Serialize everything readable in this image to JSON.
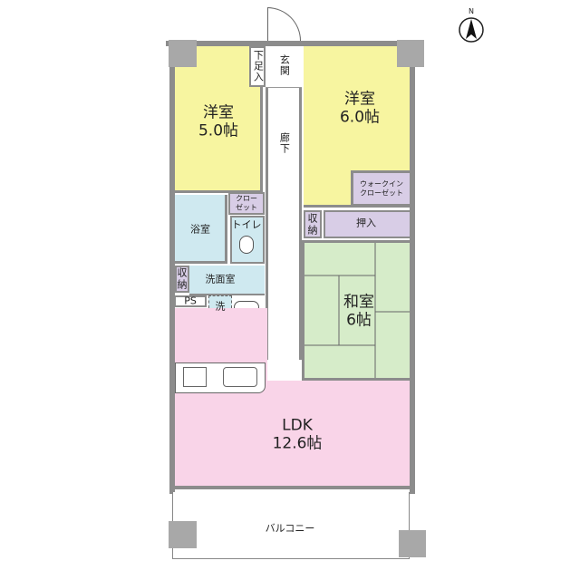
{
  "compass": {
    "label": "N"
  },
  "rooms": {
    "western1": {
      "name": "洋室",
      "size": "5.0帖"
    },
    "western2": {
      "name": "洋室",
      "size": "6.0帖"
    },
    "getabako": "下足入",
    "entrance": "玄関",
    "hallway": "廊下",
    "walkin": "ウォークイン\nクローゼット",
    "closet": "クロー\nゼット",
    "bath": "浴室",
    "toilet": "トイレ",
    "storage_left": "収\n納",
    "washroom": "洗面室",
    "ps": "PS",
    "washer": "洗",
    "storage_right": "収\n納",
    "oshiire": "押入",
    "washitsu": {
      "name": "和室",
      "size": "6帖"
    },
    "ldk": {
      "name": "LDK",
      "size": "12.6帖"
    },
    "balcony": "バルコニー"
  },
  "colors": {
    "western": "#f7f5a0",
    "wet": "#cfe9f0",
    "storage": "#d8cde6",
    "washitsu": "#d6ecc9",
    "ldk": "#f9d4e8",
    "wall": "#8c8c8c"
  }
}
